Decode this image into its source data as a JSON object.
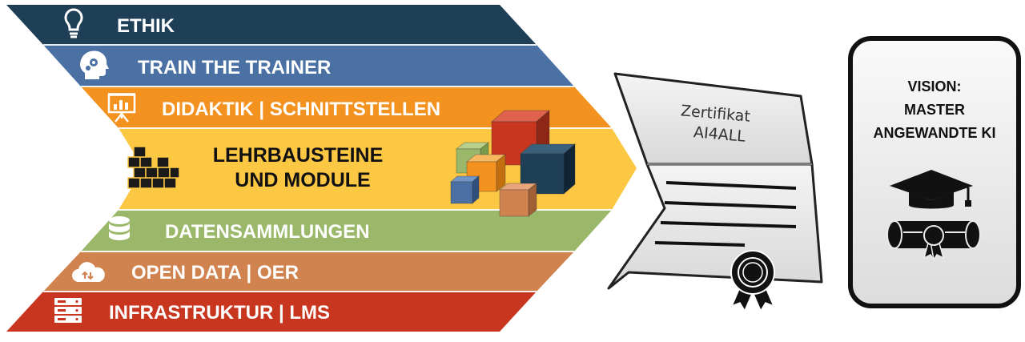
{
  "bands": [
    {
      "label": "ETHIK",
      "icon": "lightbulb-icon",
      "color": "#1F3F57"
    },
    {
      "label": "TRAIN THE TRAINER",
      "icon": "head-gears-icon",
      "color": "#4A70A4"
    },
    {
      "label": "DIDAKTIK | SCHNITTSTELLEN",
      "icon": "presentation-board-icon",
      "color": "#F4921F"
    },
    {
      "label": "DATENSAMMLUNGEN",
      "icon": "database-icon",
      "color": "#9BB86A"
    },
    {
      "label": "OPEN DATA | OER",
      "icon": "cloud-transfer-icon",
      "color": "#D1834F"
    },
    {
      "label": "INFRASTRUKTUR | LMS",
      "icon": "server-rack-icon",
      "color": "#C8361F"
    }
  ],
  "core": {
    "line1": "LEHRBAUSTEINE",
    "line2": "UND MODULE",
    "color": "#FCC843",
    "icon": "stacked-blocks-icon",
    "cube_icon": "colored-cubes-icon"
  },
  "certificate": {
    "line1": "Zertifikat",
    "line2": "AI4ALL",
    "icon": "rosette-seal-icon"
  },
  "vision": {
    "line1": "VISION:",
    "line2": "MASTER",
    "line3": "ANGEWANDTE KI",
    "icon": "graduation-cap-diploma-icon"
  }
}
